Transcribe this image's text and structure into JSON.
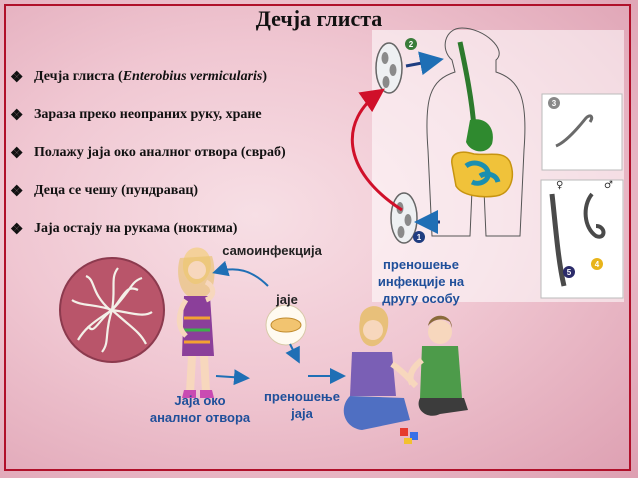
{
  "title": "Дечја глиста",
  "bullets": [
    {
      "prefix": "Дечја глиста (",
      "latin": "Enterobius vermicularis",
      "suffix": ")"
    },
    {
      "text": "Зараза преко неопраних руку, хране"
    },
    {
      "text": "Полажу јаја око аналног отвора (свраб)"
    },
    {
      "text": "Деца се чешу (пундравац)"
    },
    {
      "text": "Јаја остају на рукама (ноктима)"
    }
  ],
  "bullet_marker": "❖",
  "captions": {
    "autoinfection": "самоинфекција",
    "egg": "jaje",
    "transfer_person_l1": "преношење",
    "transfer_person_l2": "инфекције на",
    "transfer_person_l3": "другу особу",
    "eggs_anal_l1": "Jaja око",
    "eggs_anal_l2": "аналног отвора",
    "transfer_eggs_l1": "преношење",
    "transfer_eggs_l2": "jaja"
  },
  "lifecycle_steps": [
    "1",
    "2",
    "3",
    "4",
    "5"
  ],
  "sex_symbols": {
    "female": "♀",
    "male": "♂"
  },
  "colors": {
    "frame": "#b0102a",
    "arrow_red": "#d0102a",
    "arrow_blue": "#1f6fb5",
    "caption_blue": "#1f4f9a"
  }
}
